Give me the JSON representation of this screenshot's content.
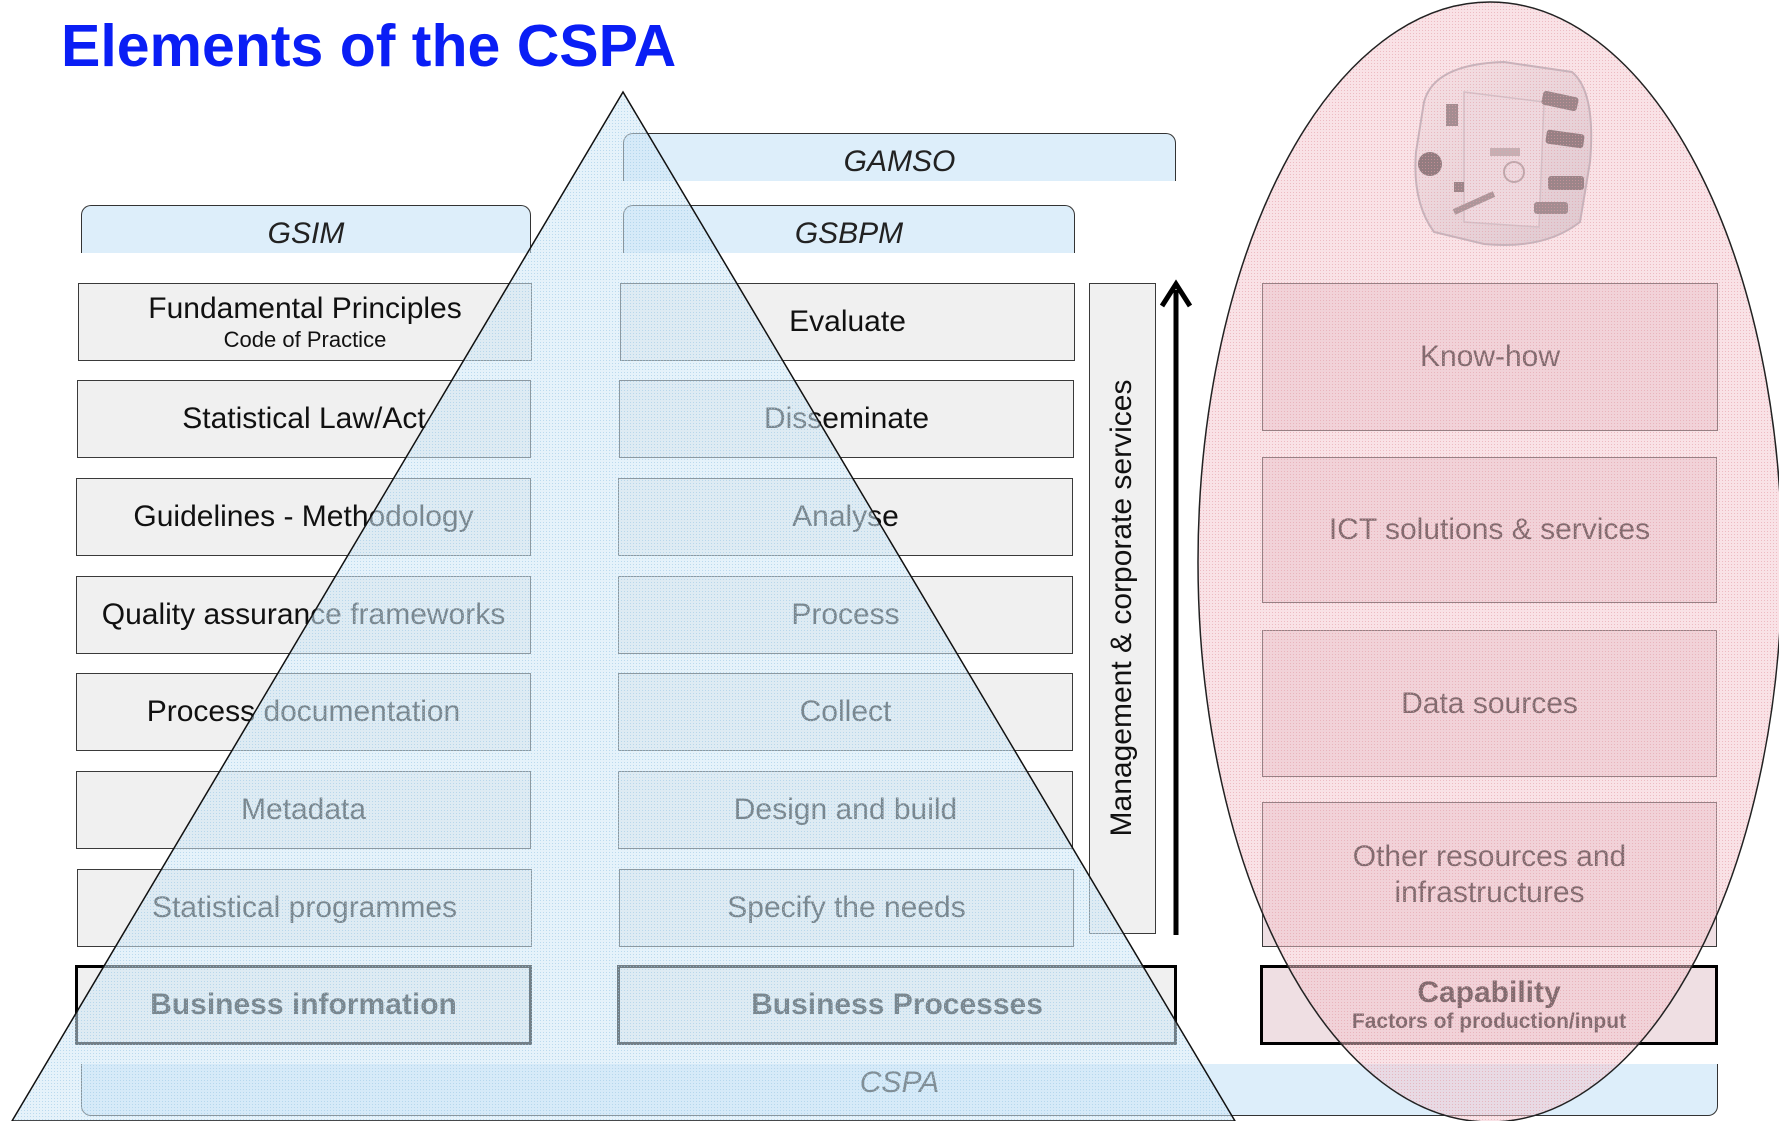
{
  "title": "Elements of the CSPA",
  "gsim": {
    "header": "GSIM",
    "items": [
      {
        "label": "Fundamental Principles",
        "sub": "Code of Practice"
      },
      {
        "label": "Statistical Law/Act"
      },
      {
        "label": "Guidelines - Methodology"
      },
      {
        "label": "Quality assurance frameworks"
      },
      {
        "label": "Process documentation"
      },
      {
        "label": "Metadata"
      },
      {
        "label": "Statistical programmes"
      }
    ],
    "base": "Business information"
  },
  "gamso": {
    "header": "GAMSO"
  },
  "gsbpm": {
    "header": "GSBPM",
    "items": [
      {
        "label": "Evaluate"
      },
      {
        "label": "Disseminate"
      },
      {
        "label": "Analyse"
      },
      {
        "label": "Process"
      },
      {
        "label": "Collect"
      },
      {
        "label": "Design and build"
      },
      {
        "label": "Specify the needs"
      }
    ],
    "base": "Business Processes"
  },
  "management": {
    "label": "Management & corporate services"
  },
  "capability": {
    "items": [
      {
        "label": "Know-how"
      },
      {
        "label": "ICT solutions & services"
      },
      {
        "label": "Data sources"
      },
      {
        "label": "Other resources and infrastructures"
      }
    ],
    "base": "Capability",
    "base_sub": "Factors of production/input"
  },
  "cspa": {
    "label": "CSPA"
  },
  "icons": {
    "adapter": "travel-adapter-image",
    "arrow": "up-arrow-icon"
  },
  "colors": {
    "title": "#0a1ef5",
    "pyramid_fill": "#cfe6f5",
    "ellipse_fill": "#f4c6cd",
    "box_fill": "#f0f0f0"
  }
}
